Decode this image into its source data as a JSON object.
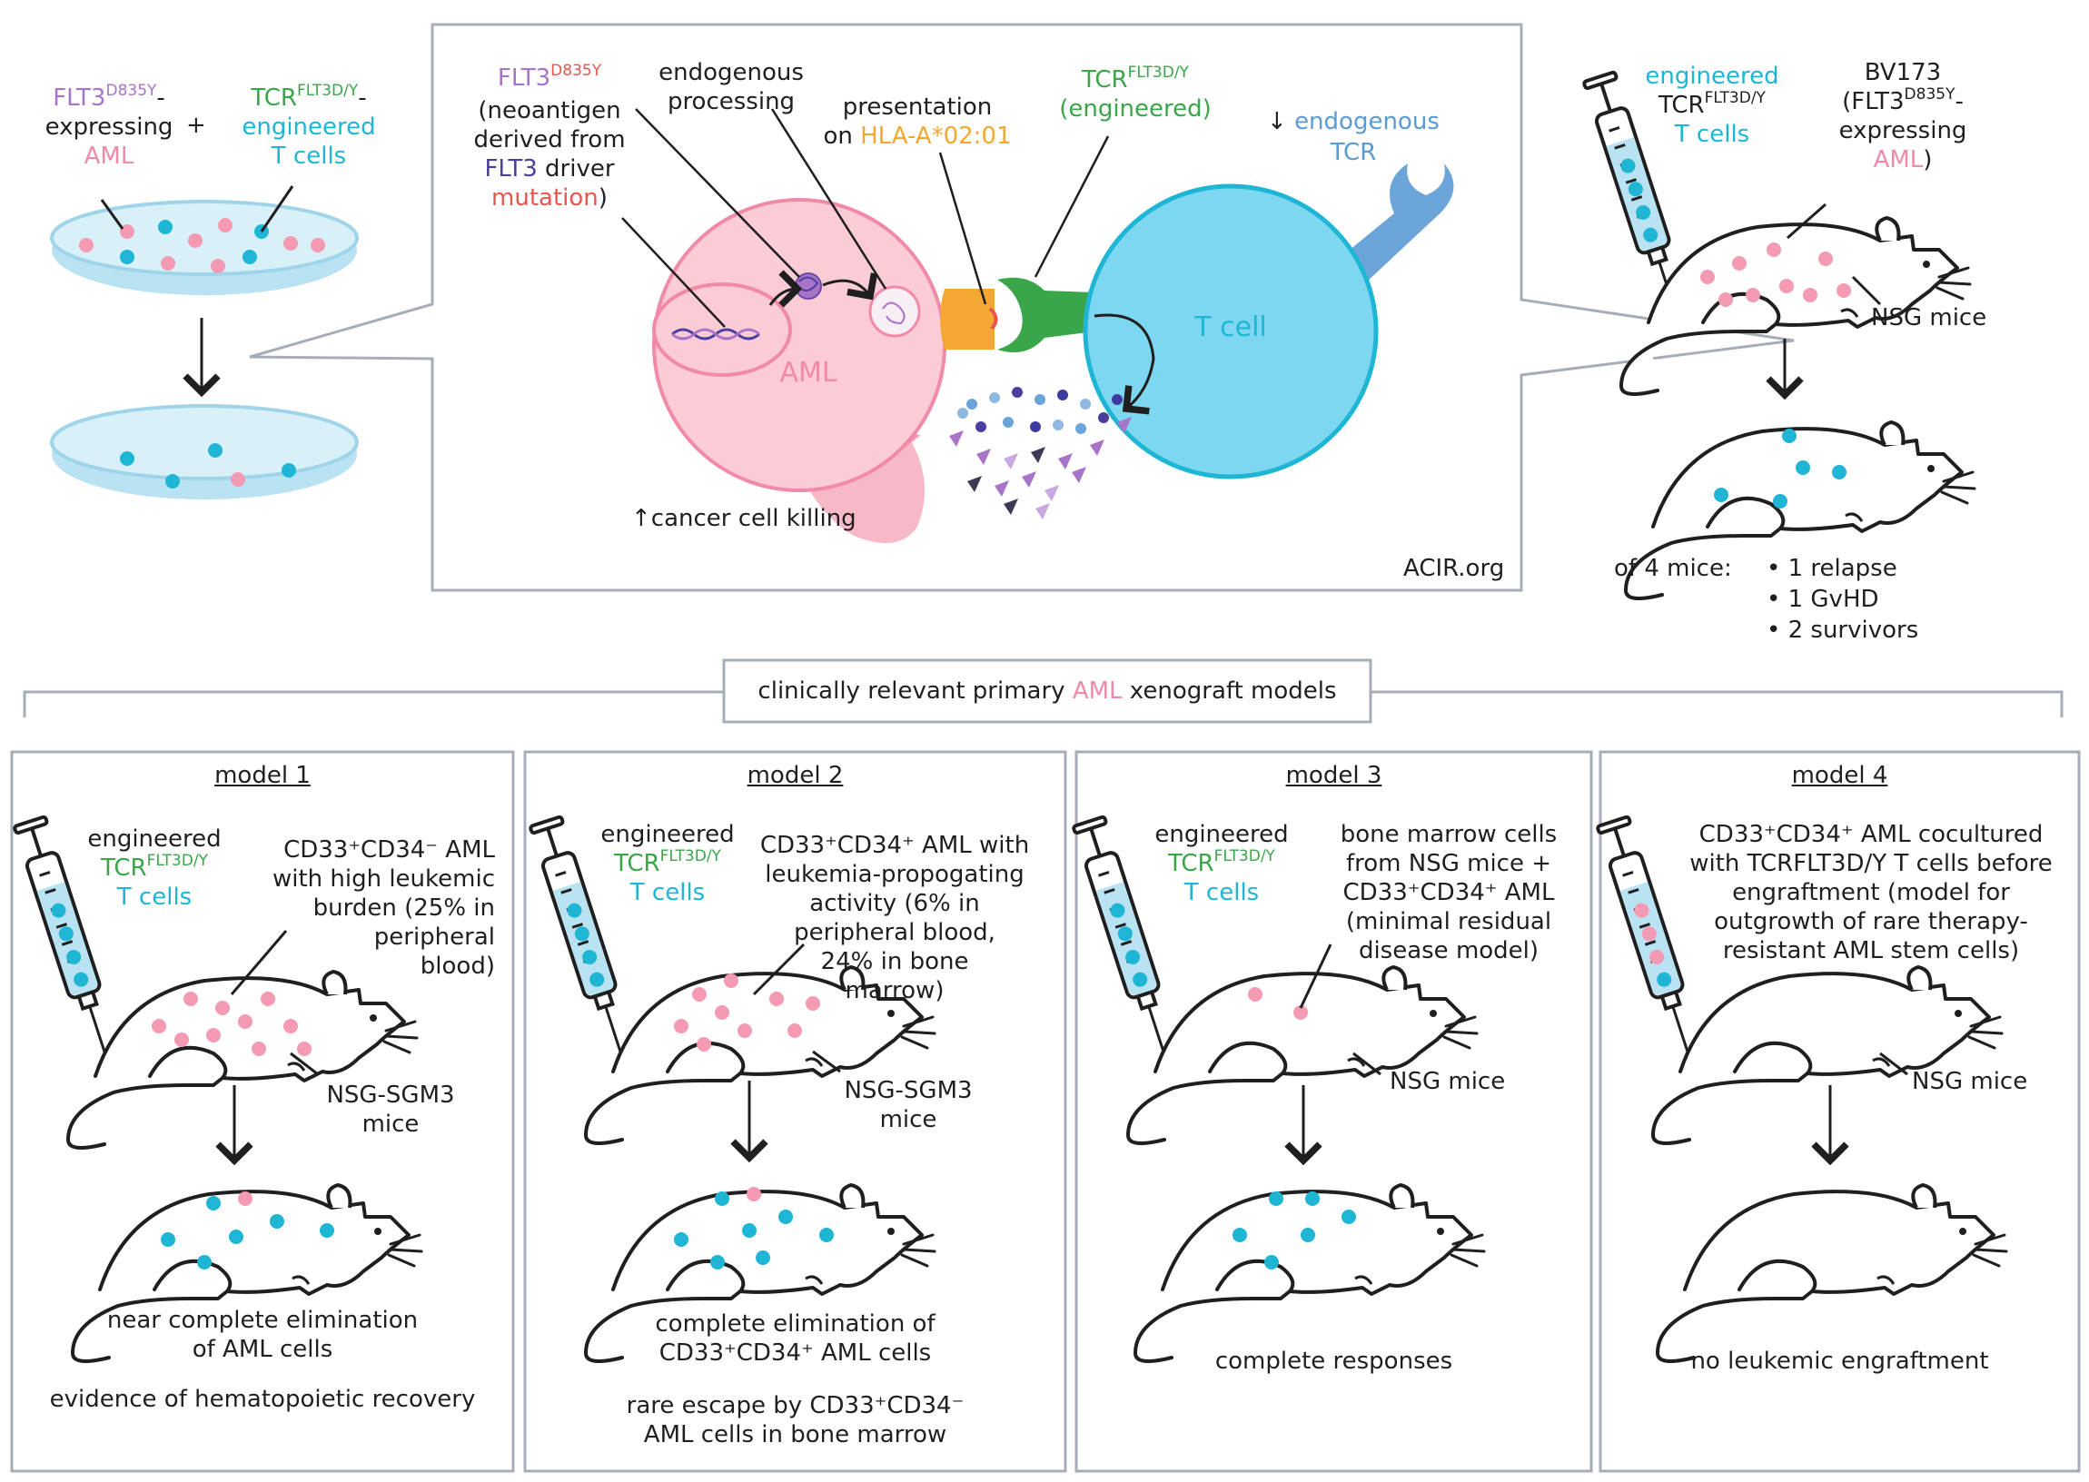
{
  "left_panel": {
    "aml_line1": "FLT3",
    "aml_sup": "D835Y",
    "aml_line1_dash": "-",
    "aml_line2": "expressing",
    "aml_line3": "AML",
    "plus": "+",
    "tcr_line1": "TCR",
    "tcr_sup": "FLT3D/Y",
    "tcr_line1_dash": "-",
    "tcr_line2": "engineered",
    "tcr_line3": "T cells"
  },
  "center_panel": {
    "flt3_label": "FLT3",
    "flt3_sup": "D835Y",
    "neo_line1": "(neoantigen",
    "neo_line2": "derived from",
    "neo_line3_a": "FLT3",
    "neo_line3_b": " driver",
    "neo_line4_a": "mutation",
    "neo_line4_b": ")",
    "endo_line1": "endogenous",
    "endo_line2": "processing",
    "pres_line1": "presentation",
    "pres_line2_a": "on ",
    "pres_line2_b": "HLA-A",
    "pres_line2_star": "*",
    "pres_line2_c": "02:01",
    "tcr_eng_line1": "TCR",
    "tcr_eng_sup": "FLT3D/Y",
    "tcr_eng_line2": "(engineered)",
    "down_endo_arrow": "↓",
    "down_endo_line1": "endogenous",
    "down_endo_line2": "TCR",
    "aml_cell_label": "AML",
    "tcell_label": "T cell",
    "killing_arrow": "↑",
    "killing": "cancer cell killing",
    "credit": "ACIR.org"
  },
  "right_panel": {
    "eng_line1": "engineered",
    "eng_line2": "TCR",
    "eng_sup": "FLT3D/Y",
    "eng_line3": "T cells",
    "bv_line1": "BV173",
    "bv_line2_a": "(FLT3",
    "bv_line2_sup": "D835Y",
    "bv_line2_b": "-",
    "bv_line3": "expressing",
    "bv_line4_a": "AML",
    "bv_line4_b": ")",
    "mice": "NSG mice",
    "outcome_label": "of 4 mice:",
    "outcomes": [
      "• 1 relapse",
      "• 1 GvHD",
      "• 2 survivors"
    ]
  },
  "banner": {
    "a": "clinically relevant primary ",
    "b": "AML",
    "c": " xenograft models"
  },
  "models": [
    {
      "title": "model 1",
      "eng1": "engineered",
      "eng2": "TCR",
      "eng_sup": "FLT3D/Y",
      "eng3": "T cells",
      "desc": [
        "CD33⁺CD34⁻ AML",
        "with high leukemic",
        "burden (25% in",
        "peripheral",
        "blood)"
      ],
      "mice": [
        "NSG-SGM3",
        "mice"
      ],
      "result": [
        "near complete elimination",
        "of AML cells"
      ],
      "result2": [
        "evidence of hematopoietic recovery"
      ]
    },
    {
      "title": "model 2",
      "eng1": "engineered",
      "eng2": "TCR",
      "eng_sup": "FLT3D/Y",
      "eng3": "T cells",
      "desc": [
        "CD33⁺CD34⁺ AML with",
        "leukemia-propogating",
        "activity (6% in",
        "peripheral blood,",
        "24% in bone",
        "marrow)"
      ],
      "mice": [
        "NSG-SGM3",
        "mice"
      ],
      "result": [
        "complete elimination of",
        "CD33⁺CD34⁺ AML cells"
      ],
      "result2": [
        "rare escape by CD33⁺CD34⁻",
        "AML cells in bone marrow"
      ]
    },
    {
      "title": "model 3",
      "eng1": "engineered",
      "eng2": "TCR",
      "eng_sup": "FLT3D/Y",
      "eng3": "T cells",
      "desc": [
        "bone marrow cells",
        "from NSG mice +",
        "CD33⁺CD34⁺ AML",
        "(minimal residual",
        "disease model)"
      ],
      "mice": [
        "NSG mice"
      ],
      "result": [
        "complete responses"
      ],
      "result2": []
    },
    {
      "title": "model 4",
      "desc": [
        "CD33⁺CD34⁺ AML cocultured",
        "with TCRFLT3D/Y T cells before",
        "engraftment (model for",
        "outgrowth of rare therapy-",
        "resistant AML stem cells)"
      ],
      "mice": [
        "NSG mice"
      ],
      "result": [
        "no leukemic engraftment"
      ],
      "result2": []
    }
  ],
  "colors": {
    "aml_pink": "#f49ab3",
    "tcell_cyan": "#1fb6d6",
    "tcr_green": "#3aa64a",
    "hla_orange": "#f5a733",
    "endo_tcr_blue": "#6aa4d8",
    "panel_border": "#a6adb7",
    "dish_blue": "#b9e2f2"
  }
}
